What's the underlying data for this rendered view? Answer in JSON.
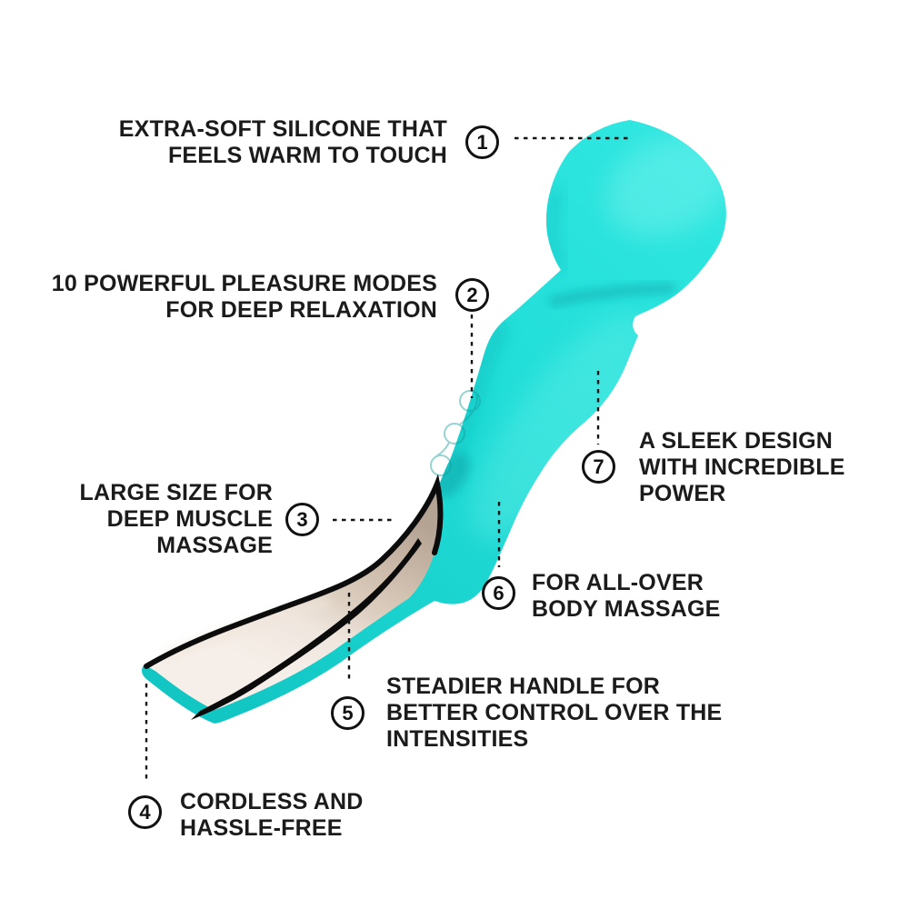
{
  "figure": {
    "illustration": "teal-wand-massager-side-view",
    "background_color": "#ffffff"
  },
  "colors": {
    "body_teal": "#23e0da",
    "teal_light": "#3fe9e3",
    "teal_shadow": "#0fbdbd",
    "chrome_taupe": "#c9b7a6",
    "chrome_cream": "#f4ece5",
    "stripe_black": "#0b0b0b",
    "text": "#1b1b1b",
    "leader_line": "#141414",
    "callout_border": "#111111",
    "callout_background": "#ffffff"
  },
  "annotations": [
    {
      "number": "1",
      "align": "right",
      "lines": [
        "EXTRA-SOFT SILICONE THAT",
        "FEELS WARM TO TOUCH"
      ]
    },
    {
      "number": "2",
      "align": "right",
      "lines": [
        "10 POWERFUL PLEASURE MODES",
        "FOR DEEP RELAXATION"
      ]
    },
    {
      "number": "3",
      "align": "right",
      "lines": [
        "LARGE SIZE FOR",
        "DEEP MUSCLE",
        "MASSAGE"
      ]
    },
    {
      "number": "4",
      "align": "left",
      "lines": [
        "CORDLESS AND",
        "HASSLE-FREE"
      ]
    },
    {
      "number": "5",
      "align": "left",
      "lines": [
        "STEADIER HANDLE FOR",
        "BETTER CONTROL OVER THE",
        "INTENSITIES"
      ]
    },
    {
      "number": "6",
      "align": "left",
      "lines": [
        "FOR ALL-OVER",
        "BODY MASSAGE"
      ]
    },
    {
      "number": "7",
      "align": "left",
      "lines": [
        "A SLEEK DESIGN",
        "WITH INCREDIBLE",
        "POWER"
      ]
    }
  ]
}
